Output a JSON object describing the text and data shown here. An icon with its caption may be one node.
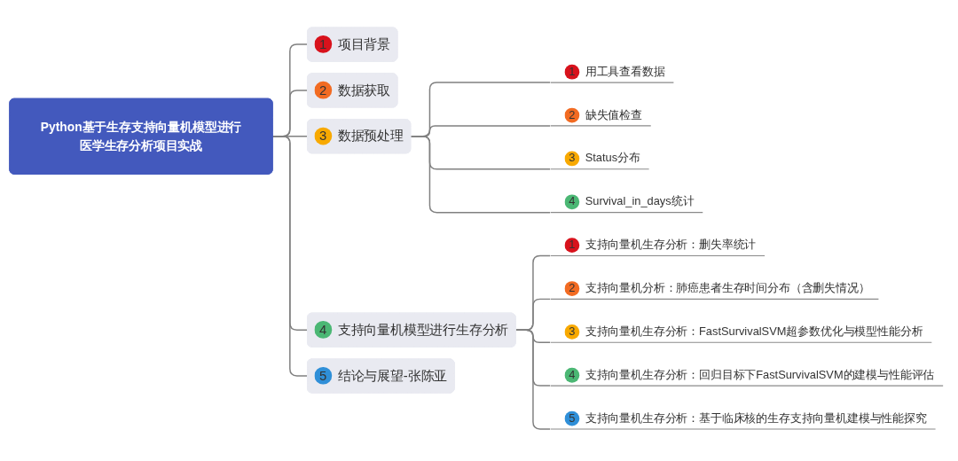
{
  "diagram": {
    "nodes": [
      {
        "text": [
          "Python基于生存支持向量机模型进行医学生存分析项目实战"
        ]
      },
      {
        "text": [
          "1",
          "项目背景"
        ]
      },
      {
        "text": [
          "2",
          "数据获取"
        ]
      },
      {
        "text": [
          "3",
          "数据预处理"
        ]
      },
      {
        "text": [
          "1",
          "用工具查看数据"
        ]
      },
      {
        "text": [
          "2",
          "缺失值检查"
        ]
      },
      {
        "text": [
          "3",
          "Status分布"
        ]
      },
      {
        "text": [
          "4",
          "Survival_in_days统计"
        ]
      },
      {
        "text": [
          "4",
          "支持向量机模型进行生存分析"
        ]
      },
      {
        "text": [
          "1",
          "支持向量机生存分析：删失率统计"
        ]
      },
      {
        "text": [
          "2",
          "支持向量机分析：肺癌患者生存时间分布（含删失情况）"
        ]
      },
      {
        "text": [
          "3",
          "支持向量机生存分析：FastSurvivalSVM超参数优化与模型性能分析"
        ]
      },
      {
        "text": [
          "4",
          "支持向量机生存分析：回归目标下FastSurvivalSVM的建模与性能评估"
        ]
      },
      {
        "text": [
          "5",
          "支持向量机生存分析：基于临床核的生存支持向量机建模与性能探究"
        ]
      },
      {
        "text": [
          "5",
          "结论与展望-张陈亚"
        ]
      }
    ],
    "edges": [
      {
        "from": 0,
        "to": 1,
        "arrow": "none"
      },
      {
        "from": 0,
        "to": 2,
        "arrow": "none"
      },
      {
        "from": 0,
        "to": 3,
        "arrow": "none"
      },
      {
        "from": 3,
        "to": 4,
        "arrow": "none"
      },
      {
        "from": 3,
        "to": 5,
        "arrow": "none"
      },
      {
        "from": 3,
        "to": 6,
        "arrow": "none"
      },
      {
        "from": 3,
        "to": 7,
        "arrow": "none"
      },
      {
        "from": 0,
        "to": 8,
        "arrow": "none"
      },
      {
        "from": 8,
        "to": 9,
        "arrow": "none"
      },
      {
        "from": 8,
        "to": 10,
        "arrow": "none"
      },
      {
        "from": 8,
        "to": 11,
        "arrow": "none"
      },
      {
        "from": 8,
        "to": 12,
        "arrow": "none"
      },
      {
        "from": 8,
        "to": 13,
        "arrow": "none"
      },
      {
        "from": 0,
        "to": 14,
        "arrow": "none"
      }
    ]
  }
}
